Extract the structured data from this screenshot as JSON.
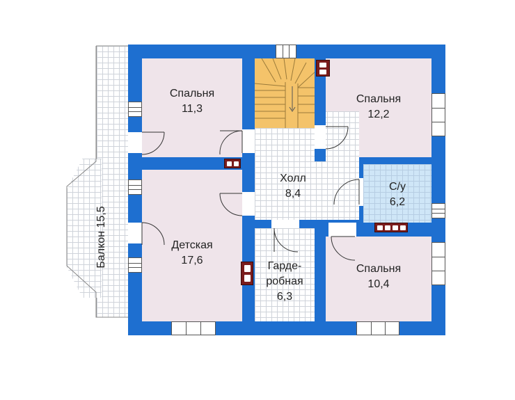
{
  "plan": {
    "rooms": [
      {
        "id": "bedroom-1",
        "name": "Спальня",
        "area": "11,3"
      },
      {
        "id": "bedroom-2",
        "name": "Спальня",
        "area": "12,2"
      },
      {
        "id": "hall",
        "name": "Холл",
        "area": "8,4"
      },
      {
        "id": "bathroom",
        "name": "С/у",
        "area": "6,2"
      },
      {
        "id": "nursery",
        "name": "Детская",
        "area": "17,6"
      },
      {
        "id": "wardrobe",
        "name_line1": "Гарде-",
        "name_line2": "робная",
        "area": "6,3"
      },
      {
        "id": "bedroom-3",
        "name": "Спальня",
        "area": "10,4"
      }
    ],
    "balcony": {
      "label": "Балкон 15,5"
    }
  },
  "colors": {
    "walls": "#1e6fd0",
    "rooms": "#efe4ea",
    "bathroom": "#cfe6f7",
    "stairs": "#f4c36a",
    "vents": "#7a1c1c"
  }
}
